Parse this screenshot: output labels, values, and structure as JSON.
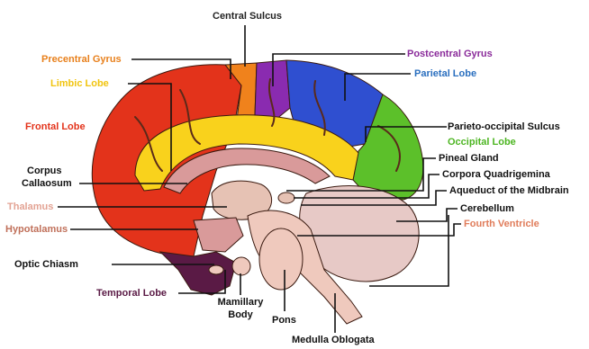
{
  "diagram": {
    "labels": {
      "central_sulcus": "Central Sulcus",
      "precentral_gyrus": "Precentral Gyrus",
      "postcentral_gyrus": "Postcentral Gyrus",
      "parietal_lobe": "Parietal Lobe",
      "limbic_lobe": "Limbic Lobe",
      "frontal_lobe": "Frontal Lobe",
      "parieto_occipital_sulcus": "Parieto-occipital Sulcus",
      "occipital_lobe": "Occipital Lobe",
      "corpus_callosum_1": "Corpus",
      "corpus_callosum_2": "Callaosum",
      "pineal_gland": "Pineal Gland",
      "corpora_quadrigemina": "Corpora Quadrigemina",
      "aqueduct": "Aqueduct of the Midbrain",
      "thalamus": "Thalamus",
      "cerebellum": "Cerebellum",
      "hypotalamus": "Hypotalamus",
      "fourth_ventricle": "Fourth Ventricle",
      "optic_chiasm": "Optic Chiasm",
      "temporal_lobe": "Temporal Lobe",
      "mamillary_1": "Mamillary",
      "mamillary_2": "Body",
      "pons": "Pons",
      "medulla": "Medulla Oblogata"
    },
    "colors": {
      "frontal": "#e3331b",
      "precentral": "#f0821c",
      "postcentral": "#8a2bb0",
      "parietal": "#2f4fd0",
      "occipital": "#5cc02a",
      "limbic": "#f9d21c",
      "corpus": "#d99a9a",
      "thalamus": "#e6c2b4",
      "temporal": "#5a1a45",
      "cerebellum": "#e7c9c6",
      "brainstem": "#efc9bd",
      "label_dark": "#111111",
      "label_central": "#222222",
      "label_precentral": "#e8801c",
      "label_postcentral": "#8a2b9a",
      "label_parietal": "#2a6fbf",
      "label_limbic": "#f1c40f",
      "label_frontal": "#e3331b",
      "label_occipital": "#4cb521",
      "label_thalamus": "#e3a394",
      "label_hypotalamus": "#c0705a",
      "label_fourth": "#e07c5a",
      "label_temporal": "#5a1a45"
    }
  }
}
